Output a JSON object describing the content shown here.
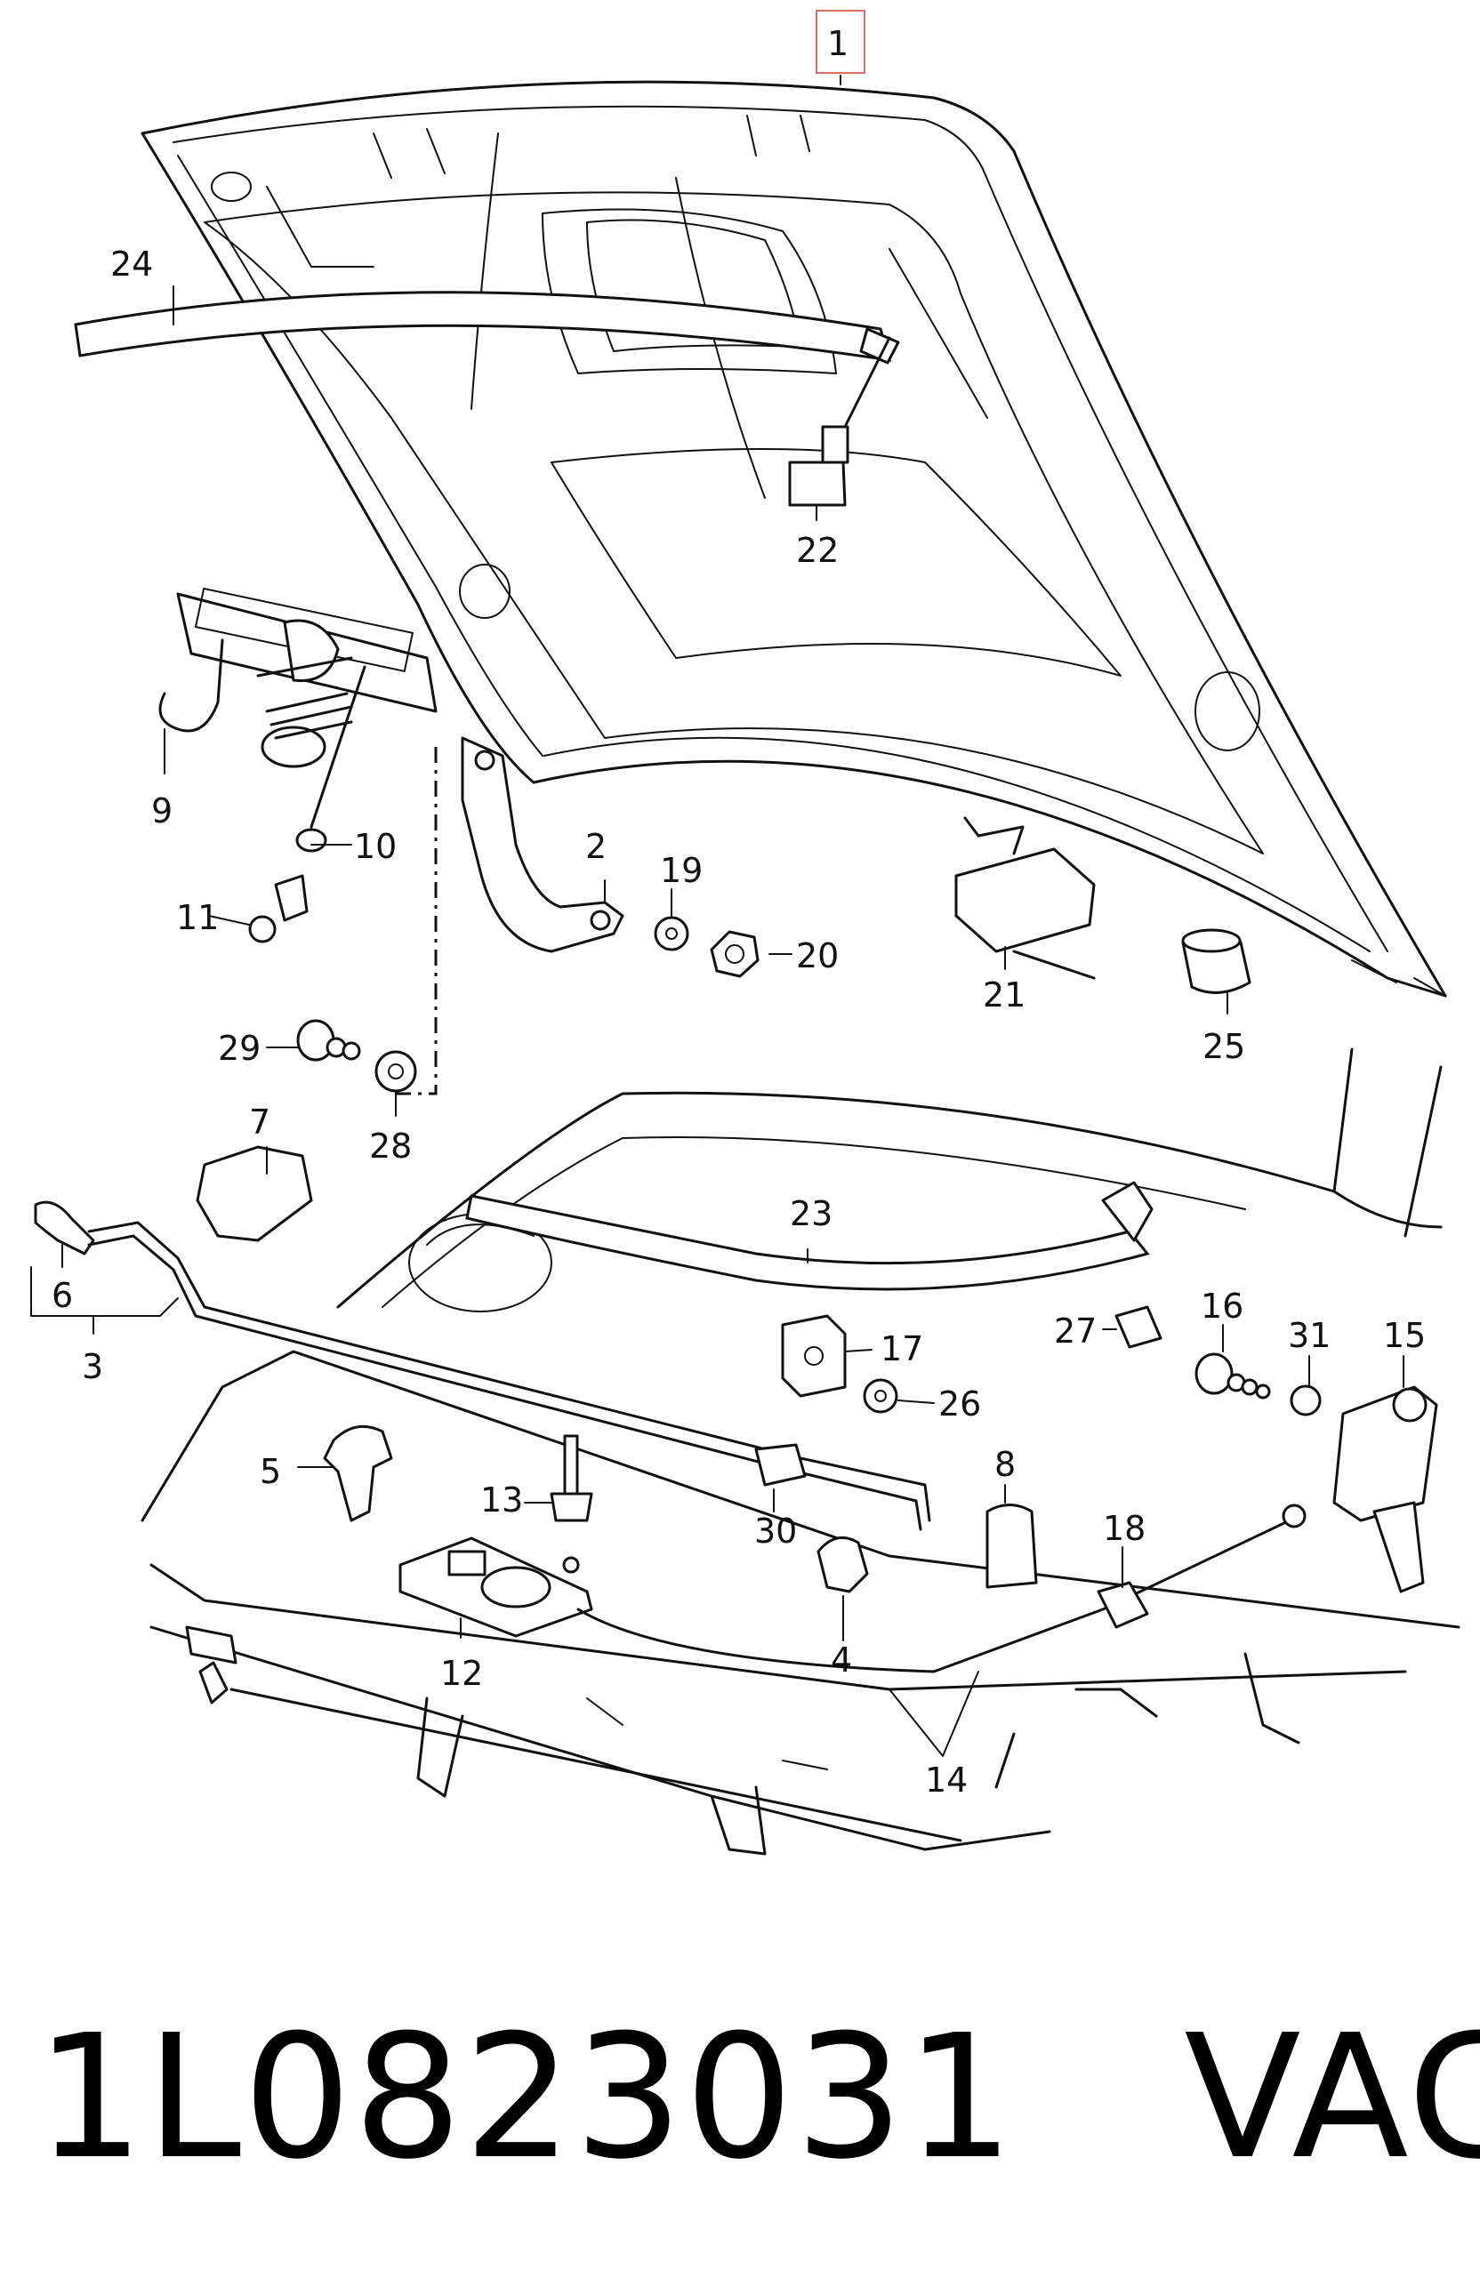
{
  "diagram": {
    "callouts": [
      "1",
      "2",
      "3",
      "4",
      "5",
      "6",
      "7",
      "8",
      "9",
      "10",
      "11",
      "12",
      "13",
      "14",
      "15",
      "16",
      "17",
      "18",
      "19",
      "20",
      "21",
      "22",
      "23",
      "24",
      "25",
      "26",
      "27",
      "28",
      "29",
      "30",
      "31"
    ],
    "highlighted_callout": "1",
    "highlight_color": "#e06a6a"
  },
  "footer": {
    "part_number": "1L0823031",
    "brand": "VAG"
  }
}
